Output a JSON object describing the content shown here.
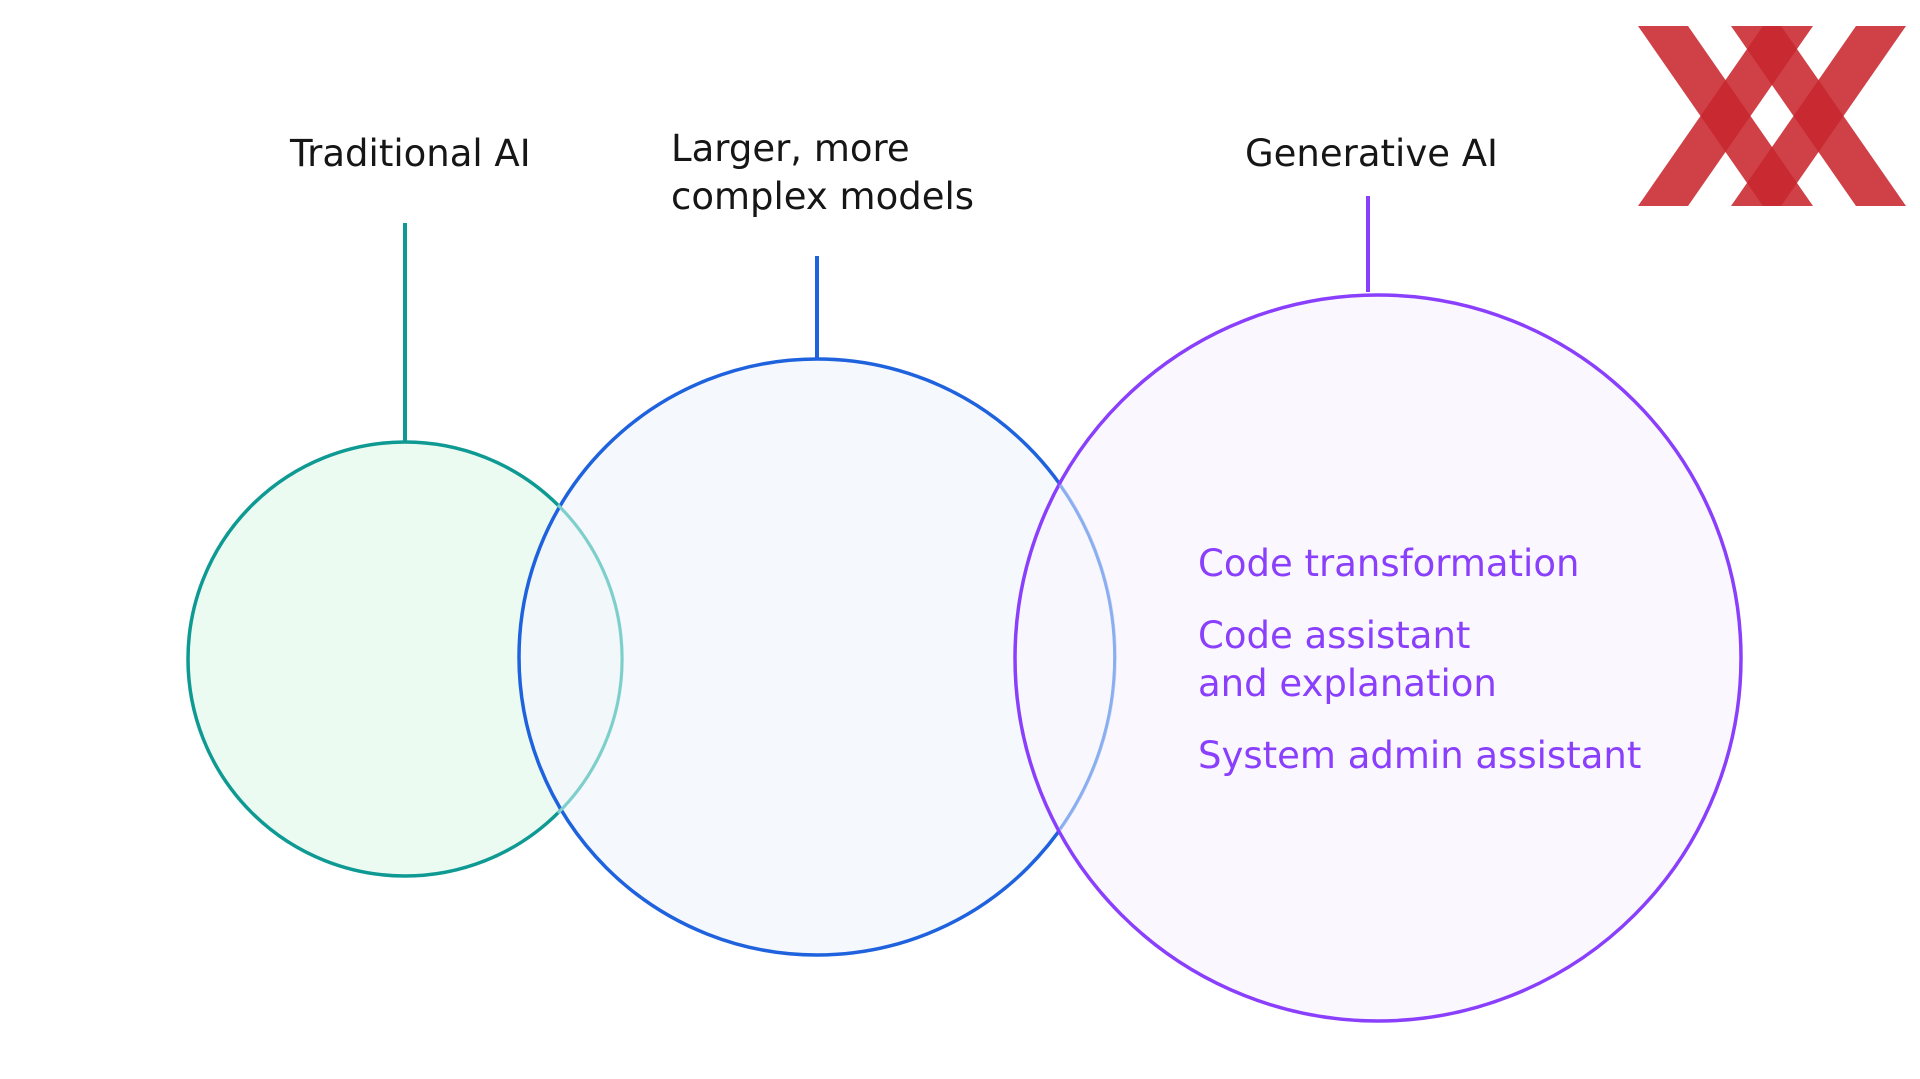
{
  "labels": {
    "traditional": "Traditional AI",
    "larger_line1": "Larger, more",
    "larger_line2": "complex models",
    "generative": "Generative AI"
  },
  "applications": [
    {
      "line1": "Code transformation",
      "line2": ""
    },
    {
      "line1": "Code assistant",
      "line2": "and explanation"
    },
    {
      "line1": "System admin assistant",
      "line2": ""
    }
  ],
  "colors": {
    "traditional": "#0e9a93",
    "traditional_fill": "#ebfbf1",
    "larger": "#1f62de",
    "larger_fill": "#f3f7fc",
    "generative": "#8a3ffc",
    "generative_fill": "#f9f6fe",
    "text": "#161616",
    "logo": "#c8262e"
  },
  "logo": {
    "icon": "red-double-x-logo"
  }
}
